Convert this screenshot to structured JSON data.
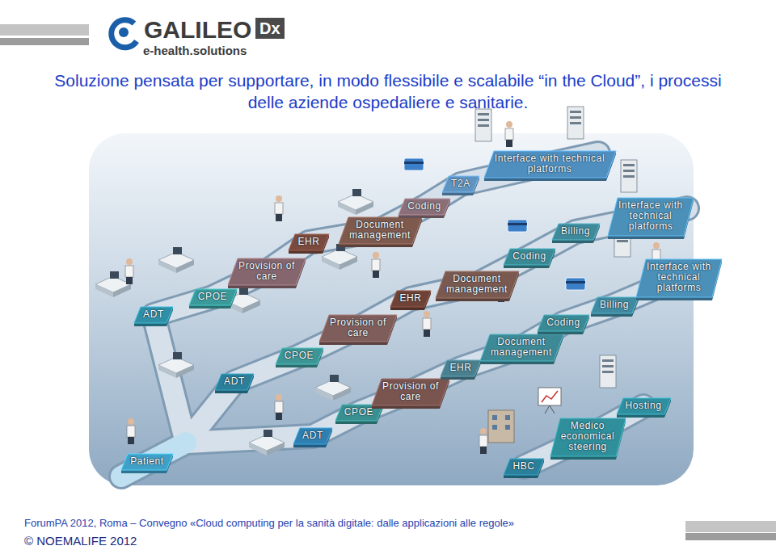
{
  "diagram": {
    "title": "Soluzione pensata per supportare, in modo flessibile e scalabile “in the Cloud”, i processi delle aziende ospedaliere e sanitarie.",
    "nodes": [
      {
        "text": [
          "ADT"
        ]
      },
      {
        "text": [
          "CPOE"
        ]
      },
      {
        "text": [
          "Provision of care"
        ]
      },
      {
        "text": [
          "EHR"
        ]
      },
      {
        "text": [
          "Document management"
        ]
      },
      {
        "text": [
          "Coding"
        ]
      },
      {
        "text": [
          "T2A"
        ]
      },
      {
        "text": [
          "Interface with technical platforms"
        ]
      },
      {
        "text": [
          "ADT"
        ]
      },
      {
        "text": [
          "CPOE"
        ]
      },
      {
        "text": [
          "Provision of care"
        ]
      },
      {
        "text": [
          "EHR"
        ]
      },
      {
        "text": [
          "Document management"
        ]
      },
      {
        "text": [
          "Coding"
        ]
      },
      {
        "text": [
          "Billing"
        ]
      },
      {
        "text": [
          "Interface with technical platforms"
        ]
      },
      {
        "text": [
          "ADT"
        ]
      },
      {
        "text": [
          "CPOE"
        ]
      },
      {
        "text": [
          "Provision of care"
        ]
      },
      {
        "text": [
          "EHR"
        ]
      },
      {
        "text": [
          "Document management"
        ]
      },
      {
        "text": [
          "Coding"
        ]
      },
      {
        "text": [
          "Billing"
        ]
      },
      {
        "text": [
          "Interface with technical platforms"
        ]
      },
      {
        "text": [
          "Patient"
        ]
      },
      {
        "text": [
          "Hosting"
        ]
      },
      {
        "text": [
          "Medico economical steering"
        ]
      },
      {
        "text": [
          "HBC"
        ]
      }
    ],
    "labels": [
      "GALILEO",
      "Dx",
      "e-health.solutions",
      "ForumPA 2012, Roma – Convegno «Cloud computing per la sanità digitale: dalle applicazioni alle regole»",
      "© NOEMALIFE 2012"
    ]
  }
}
